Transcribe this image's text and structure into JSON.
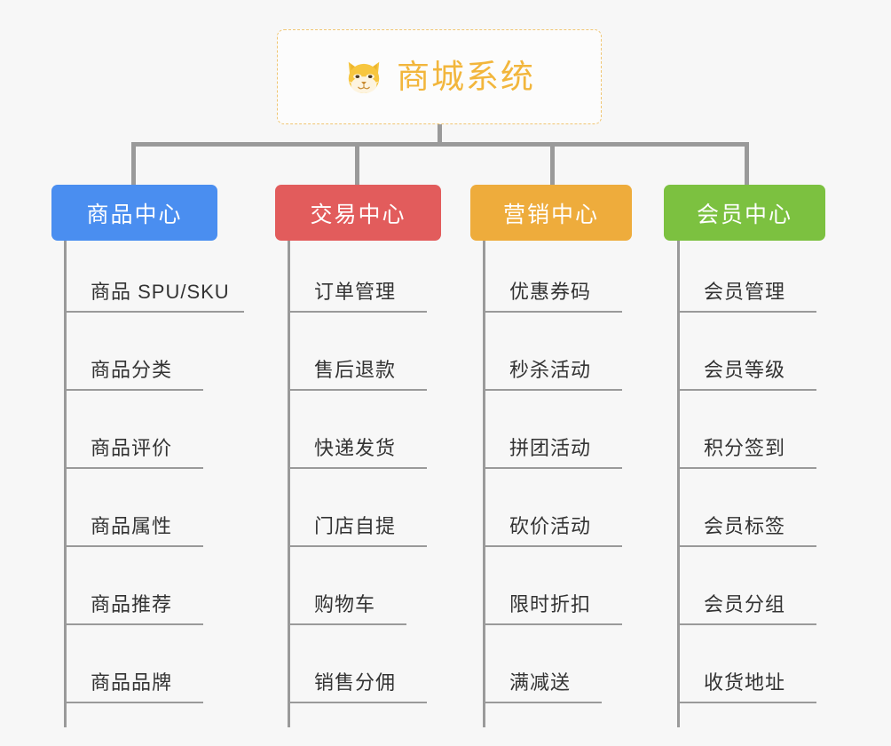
{
  "background_color": "#f7f7f7",
  "root": {
    "title": "商城系统",
    "icon": "shiba-dog-icon",
    "text_color": "#f2b63c",
    "border_color": "#f0c674",
    "background_color": "#fcfcfc"
  },
  "connector_color": "#9a9a9a",
  "columns": [
    {
      "header": "商品中心",
      "color": "#4a8ef0",
      "items": [
        "商品 SPU/SKU",
        "商品分类",
        "商品评价",
        "商品属性",
        "商品推荐",
        "商品品牌"
      ]
    },
    {
      "header": "交易中心",
      "color": "#e25c5c",
      "items": [
        "订单管理",
        "售后退款",
        "快递发货",
        "门店自提",
        "购物车",
        "销售分佣"
      ]
    },
    {
      "header": "营销中心",
      "color": "#eeac3c",
      "items": [
        "优惠券码",
        "秒杀活动",
        "拼团活动",
        "砍价活动",
        "限时折扣",
        "满减送"
      ]
    },
    {
      "header": "会员中心",
      "color": "#78c council",
      "items": [
        "会员管理",
        "会员等级",
        "积分签到",
        "会员标签",
        "会员分组",
        "收货地址"
      ]
    }
  ],
  "column_colors_fix": [
    "#4a8ef0",
    "#e25c5c",
    "#eeac3c",
    "#7cc140"
  ]
}
